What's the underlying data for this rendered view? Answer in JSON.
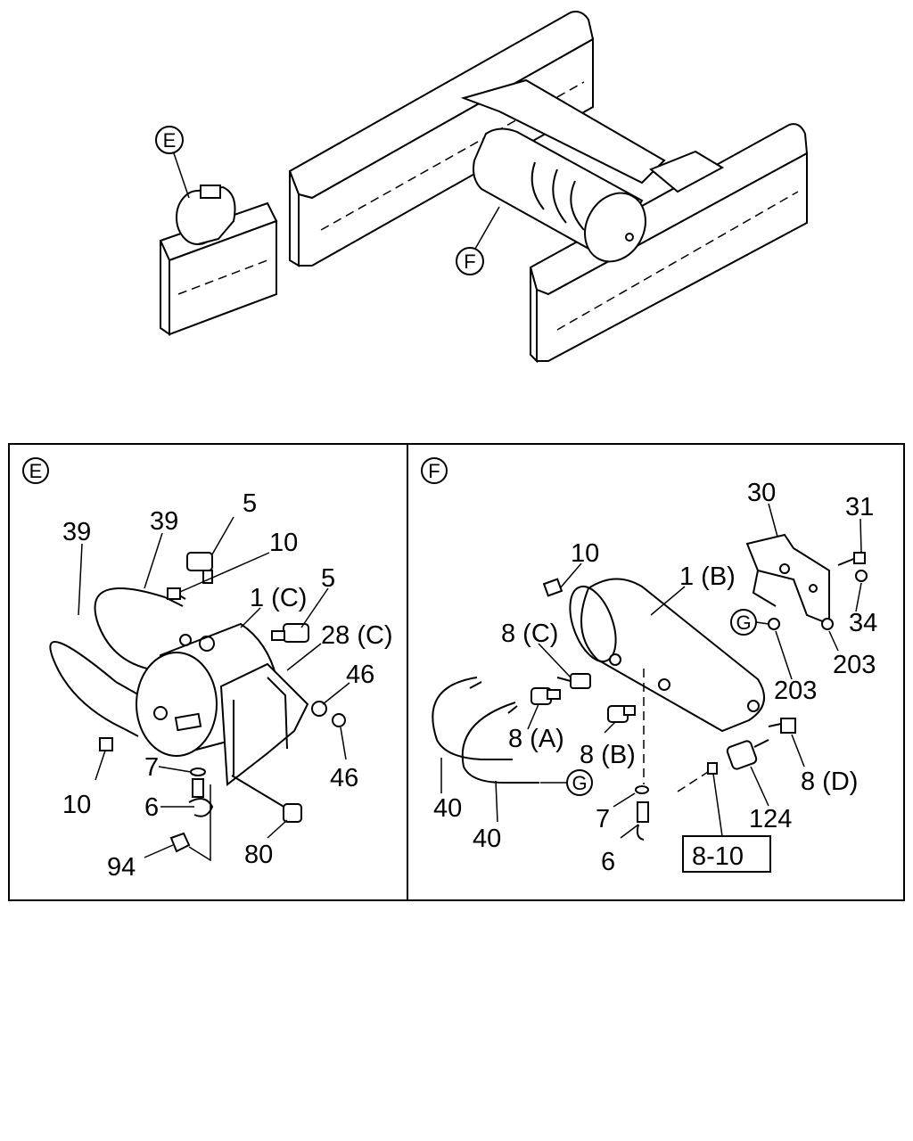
{
  "overview": {
    "callout_e": "E",
    "callout_f": "F"
  },
  "panel_e": {
    "tag": "E",
    "labels": {
      "p39a": "39",
      "p39b": "39",
      "p5a": "5",
      "p10a": "10",
      "p1c": "1 (C)",
      "p5b": "5",
      "p28c": "28 (C)",
      "p46a": "46",
      "p46b": "46",
      "p10b": "10",
      "p7": "7",
      "p6": "6",
      "p94": "94",
      "p80": "80"
    }
  },
  "panel_f": {
    "tag": "F",
    "labels": {
      "p30": "30",
      "p31": "31",
      "p10": "10",
      "p1b": "1 (B)",
      "p8c": "8 (C)",
      "p34": "34",
      "pG1": "G",
      "p203a": "203",
      "p203b": "203",
      "p8a": "8 (A)",
      "p8b": "8 (B)",
      "p8d": "8 (D)",
      "p40a": "40",
      "p40b": "40",
      "pG2": "G",
      "p7": "7",
      "p124": "124",
      "p6": "6",
      "ref_box": "8-10"
    }
  }
}
